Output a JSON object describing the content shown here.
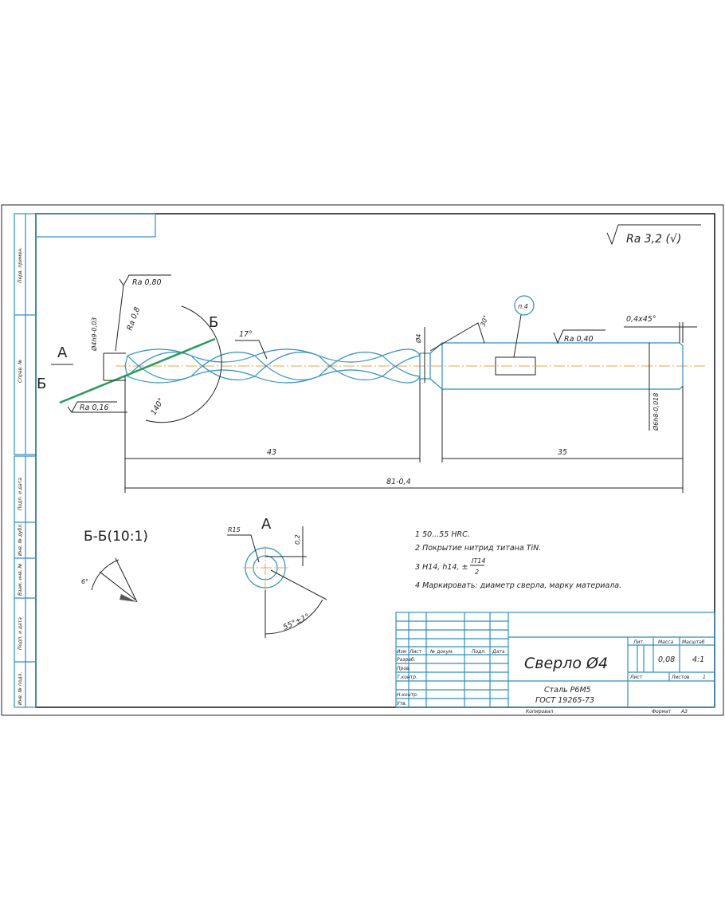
{
  "roughness_general": "Ra 3,2 (√)",
  "drill": {
    "diameter_tol": "Ø4h9-0,03",
    "ra_080": "Ra 0,80",
    "ra_08": "Ra 0,8",
    "ra_016": "Ra 0,16",
    "ra_040": "Ra 0,40",
    "angle_140": "140°",
    "angle_17": "17°",
    "angle_30": "30°",
    "neck_dia": "Ø4",
    "shank_dia": "Ø6h8-0,018",
    "chamfer": "0,4x45°",
    "marking_ref": "п.4",
    "dim_43": "43",
    "dim_35": "35",
    "dim_81": "81-0,4",
    "view_a": "А",
    "section_b": "Б"
  },
  "section_view": {
    "title": "Б-Б(10:1)",
    "angle": "6°"
  },
  "view_a": {
    "title": "А",
    "radius": "R15",
    "offset": "0,2",
    "angle": "55°±1°"
  },
  "notes": [
    "1 50...55 HRC.",
    "2 Покрытие нитрид титана TiN.",
    "3 H14, h14, ±",
    "IT14",
    "2",
    "4 Маркировать: диаметр сверла, марку материала."
  ],
  "side_strip": [
    "Перв. примен.",
    "Справ. №",
    "Подп. и дата",
    "Инв. № дубл.",
    "Взам. инв. №",
    "Подп. и дата",
    "Инв. № подл."
  ],
  "title_block": {
    "headers": [
      "Изм",
      "Лист",
      "№ докум.",
      "Подп.",
      "Дата"
    ],
    "roles": [
      "Разраб.",
      "Пров.",
      "Т.контр.",
      "Н.контр.",
      "Утв."
    ],
    "name": "Сверло Ø4",
    "material_1": "Сталь Р6М5",
    "material_2": "ГОСТ 19265-73",
    "lit_label": "Лит.",
    "mass_label": "Масса",
    "scale_label": "Масштаб",
    "mass": "0,08",
    "scale": "4:1",
    "sheet_label": "Лист",
    "sheets_label": "Листов",
    "sheets": "1",
    "copied": "Копировал",
    "format_label": "Формат",
    "format": "А3"
  }
}
